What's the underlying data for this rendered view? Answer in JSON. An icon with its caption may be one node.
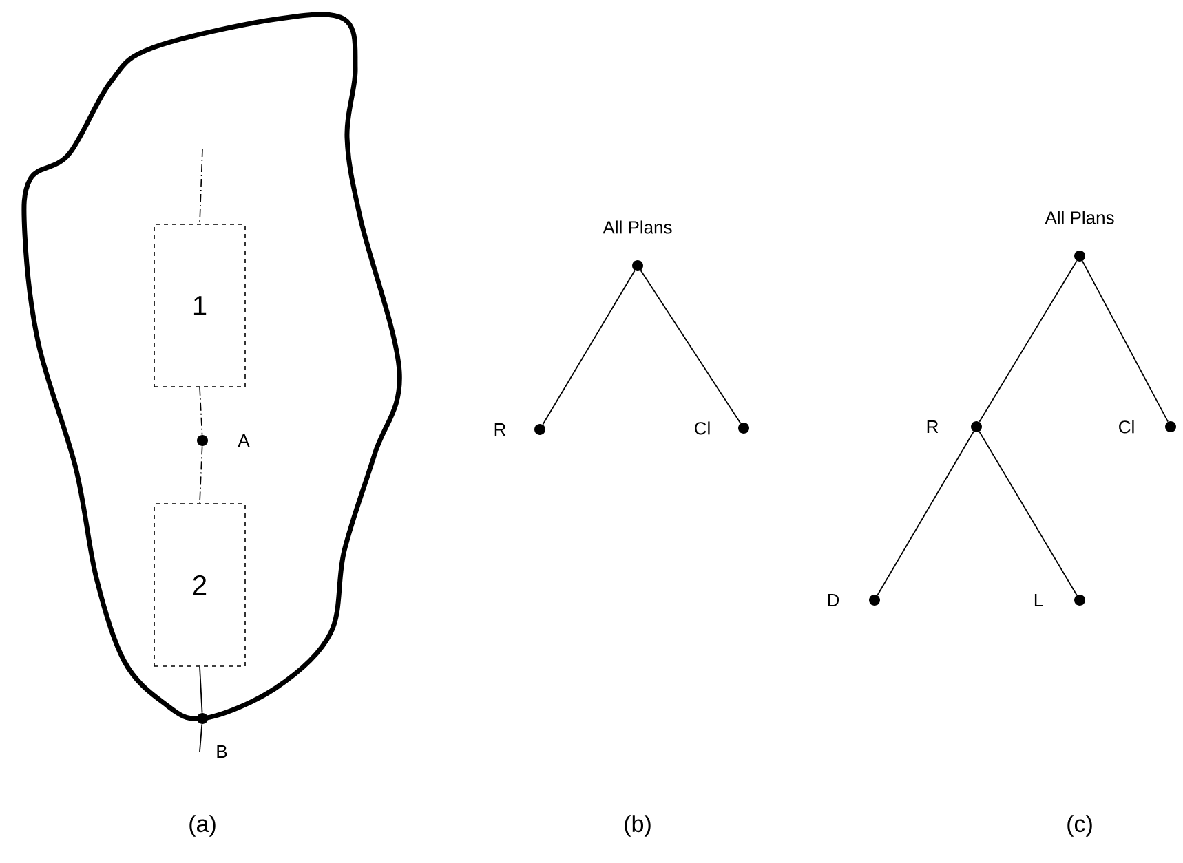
{
  "diagram": {
    "nodes": [
      {
        "text": [],
        "shape": "cloud"
      },
      {
        "text": [
          "1"
        ],
        "in": 0
      },
      {
        "text": [
          "A"
        ],
        "in": 0
      },
      {
        "text": [
          "2"
        ],
        "in": 0
      },
      {
        "text": [
          "B"
        ]
      },
      {
        "text": [
          "All Plans"
        ]
      },
      {
        "text": [
          "R"
        ]
      },
      {
        "text": [
          "Cl"
        ]
      },
      {
        "text": [
          "All Plans"
        ]
      },
      {
        "text": [
          "R"
        ]
      },
      {
        "text": [
          "Cl"
        ]
      },
      {
        "text": [
          "D"
        ]
      },
      {
        "text": [
          "L"
        ]
      }
    ],
    "edges": [
      {
        "from": null,
        "to": 1,
        "arrow": "none",
        "style": "dashed"
      },
      {
        "from": 1,
        "to": 2,
        "arrow": "none",
        "style": "dashed"
      },
      {
        "from": 2,
        "to": 3,
        "arrow": "none",
        "style": "dashed"
      },
      {
        "from": 3,
        "to": 4,
        "arrow": "none"
      },
      {
        "from": 4,
        "to": null,
        "arrow": "none"
      },
      {
        "from": 5,
        "to": 6,
        "arrow": "none"
      },
      {
        "from": 5,
        "to": 7,
        "arrow": "none"
      },
      {
        "from": 8,
        "to": 9,
        "arrow": "none"
      },
      {
        "from": 8,
        "to": 10,
        "arrow": "none"
      },
      {
        "from": 9,
        "to": 11,
        "arrow": "none"
      },
      {
        "from": 9,
        "to": 12,
        "arrow": "none"
      }
    ],
    "labels": [
      "(a)",
      "(b)",
      "(c)"
    ]
  }
}
